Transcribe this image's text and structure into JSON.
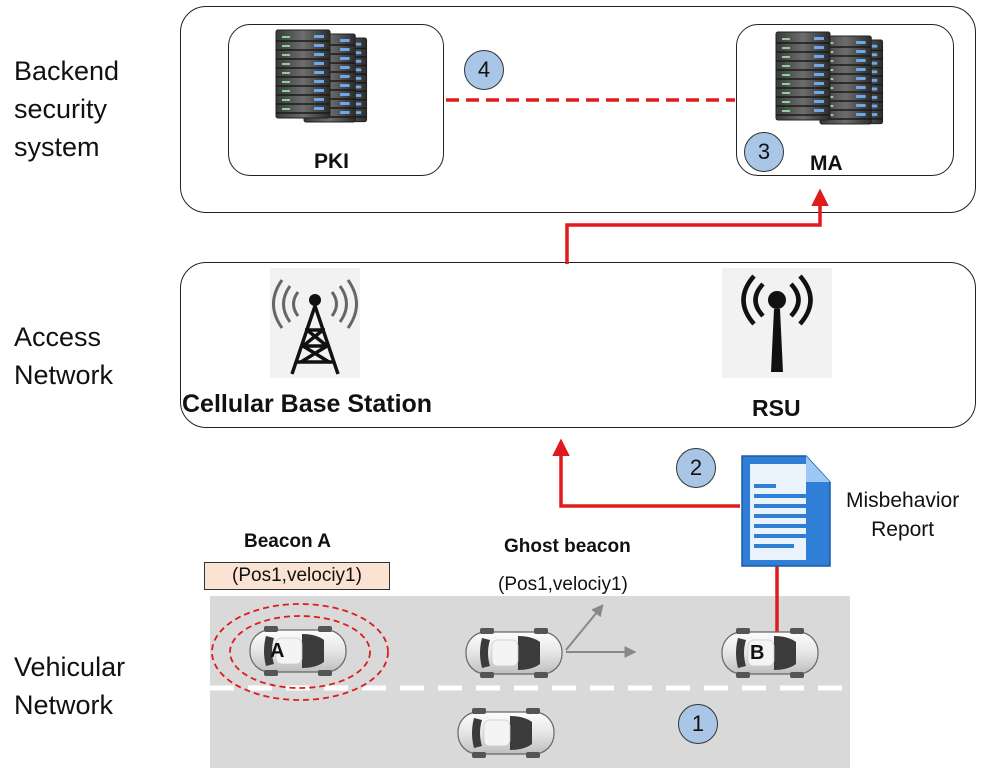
{
  "layers": {
    "backend": "Backend\nsecurity\nsystem",
    "access": "Access\nNetwork",
    "vehicular": "Vehicular\nNetwork"
  },
  "nodes": {
    "pki": "PKI",
    "ma": "MA",
    "cellular": "Cellular Base Station",
    "rsu": "RSU"
  },
  "steps": [
    "1",
    "2",
    "3",
    "4"
  ],
  "report": {
    "label": "Misbehavior\nReport"
  },
  "beacons": {
    "a_title": "Beacon A",
    "a_content": "(Pos1,velociy1)",
    "ghost_title": "Ghost beacon",
    "ghost_content": "(Pos1,velociy1)"
  },
  "cars": {
    "a": "A",
    "b": "B"
  },
  "colors": {
    "link": "#e01b1b",
    "step_fill": "#a9c6e6",
    "road": "#d9d9d9",
    "beacon_box": "#fbe3d3",
    "doc_blue": "#2f7fd6"
  }
}
